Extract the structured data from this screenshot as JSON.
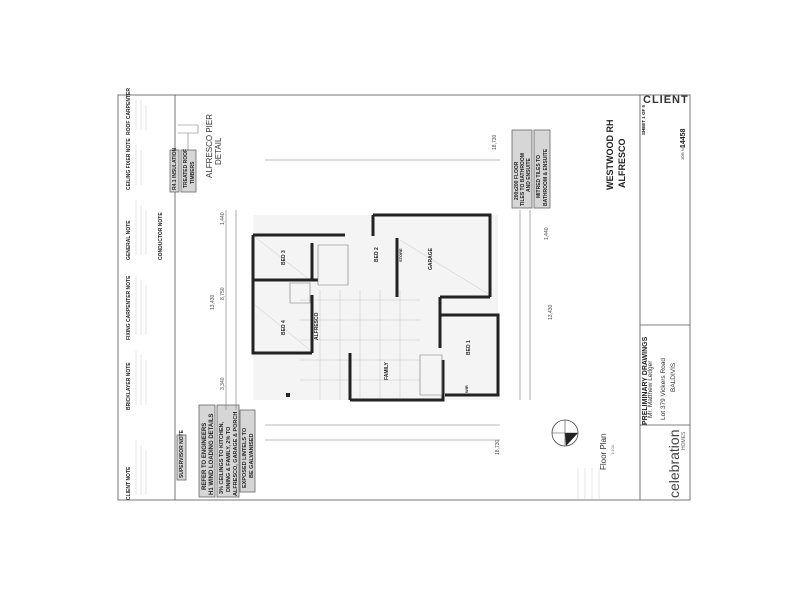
{
  "stamp": {
    "client": "CLIENT",
    "color": "#e8a0b4"
  },
  "title_block": {
    "title_line1": "WESTWOOD RH",
    "title_line2": "ALFRESCO",
    "sheet": "SHEET 1 OF 5",
    "job_no_label": "JOB NO",
    "job_no": "14458",
    "status": "PRELIMINARY DRAWINGS",
    "client_name": "Mr. Matthew Ledger",
    "address_line1": "Lot 379 Vickers Road",
    "address_line2": "BALDIVIS",
    "brand": "celebration",
    "brand_sub": "HOMES",
    "drawing_title": "Floor Plan",
    "scale": "1:100"
  },
  "callouts": {
    "floor_tiles": [
      "200x200 FLOOR",
      "TILES TO BATHROOM",
      "AND ENSUITE"
    ],
    "mitred_tiles": [
      "MITRED TILES TO",
      "BATHROOM & ENSUITE"
    ]
  },
  "notes": {
    "client": "CLIENT NOTE",
    "bricklayer": "BRICKLAYER NOTE",
    "fixing_carpenter": "FIXING CARPENTER NOTE",
    "general": "GENERAL NOTE",
    "ceiling_fixer": "CEILING FIXER NOTE",
    "roof_carpenter": "ROOF CARPENTER",
    "supervisor": "SUPERVISOR NOTE",
    "conductor": "CONDUCTOR NOTE",
    "insulation": "R4.1 INSULATION",
    "treated_timbers": [
      "TREATED ROOF",
      "TIMBERS"
    ],
    "engineers": [
      "REFER TO ENGINEERS",
      "H1 WIND LOADING DETAILS"
    ],
    "ceilings": [
      "3% CEILINGS TO KITCHEN,",
      "DINING & FAMILY, 2% TO",
      "ALFRESCO, GARAGE & PORCH"
    ],
    "lintels": [
      "EXPOSED LINTELS TO",
      "BE GALVANISED"
    ],
    "pier_detail": [
      "ALFRESCO PIER",
      "DETAIL"
    ]
  },
  "rooms": {
    "bed3": "BED 3",
    "bed4": "BED 4",
    "bed2": "BED 2",
    "garage": "GARAGE",
    "alfresco": "ALFRESCO",
    "family": "FAMILY",
    "bed1": "BED 1",
    "store": "STORE",
    "wir": "WIR"
  },
  "dimensions": {
    "overall_length": "18,730",
    "overall_width": "13,430",
    "d1": "8,750",
    "d2": "3,340",
    "d3": "1,440"
  }
}
